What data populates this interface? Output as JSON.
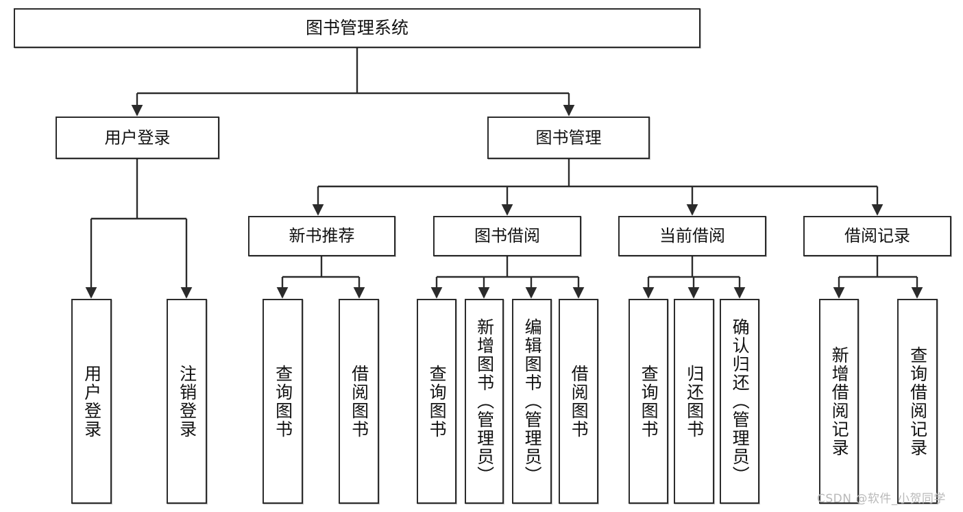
{
  "diagram": {
    "title": "图书管理系统",
    "type": "tree-hierarchy",
    "root": {
      "id": "root",
      "label": "图书管理系统"
    },
    "level2": [
      {
        "id": "user-login",
        "label": "用户登录"
      },
      {
        "id": "book-management",
        "label": "图书管理"
      }
    ],
    "level3": [
      {
        "id": "new-book-recommend",
        "label": "新书推荐",
        "parent": "book-management"
      },
      {
        "id": "book-borrow",
        "label": "图书借阅",
        "parent": "book-management"
      },
      {
        "id": "current-borrow",
        "label": "当前借阅",
        "parent": "book-management"
      },
      {
        "id": "borrow-record",
        "label": "借阅记录",
        "parent": "book-management"
      }
    ],
    "leaves": [
      {
        "id": "leaf-user-login",
        "label": "用户登录",
        "parent": "user-login"
      },
      {
        "id": "leaf-logout",
        "label": "注销登录",
        "parent": "user-login"
      },
      {
        "id": "leaf-query-book-1",
        "label": "查询图书",
        "parent": "new-book-recommend"
      },
      {
        "id": "leaf-borrow-book-1",
        "label": "借阅图书",
        "parent": "new-book-recommend"
      },
      {
        "id": "leaf-query-book-2",
        "label": "查询图书",
        "parent": "book-borrow"
      },
      {
        "id": "leaf-add-book",
        "label": "新增图书（管理员）",
        "parent": "book-borrow"
      },
      {
        "id": "leaf-edit-book",
        "label": "编辑图书（管理员）",
        "parent": "book-borrow"
      },
      {
        "id": "leaf-borrow-book-2",
        "label": "借阅图书",
        "parent": "book-borrow"
      },
      {
        "id": "leaf-query-book-3",
        "label": "查询图书",
        "parent": "current-borrow"
      },
      {
        "id": "leaf-return-book",
        "label": "归还图书",
        "parent": "current-borrow"
      },
      {
        "id": "leaf-confirm-return",
        "label": "确认归还（管理员）",
        "parent": "current-borrow"
      },
      {
        "id": "leaf-add-record",
        "label": "新增借阅记录",
        "parent": "borrow-record"
      },
      {
        "id": "leaf-query-record",
        "label": "查询借阅记录",
        "parent": "borrow-record"
      }
    ]
  },
  "watermark": {
    "text": "CSDN @软件_小贺同学"
  },
  "colors": {
    "box_border": "#2b2b2b",
    "box_fill": "#ffffff",
    "text": "#111111",
    "connector": "#2b2b2b",
    "watermark": "#b9b9b9",
    "background": "#ffffff"
  }
}
